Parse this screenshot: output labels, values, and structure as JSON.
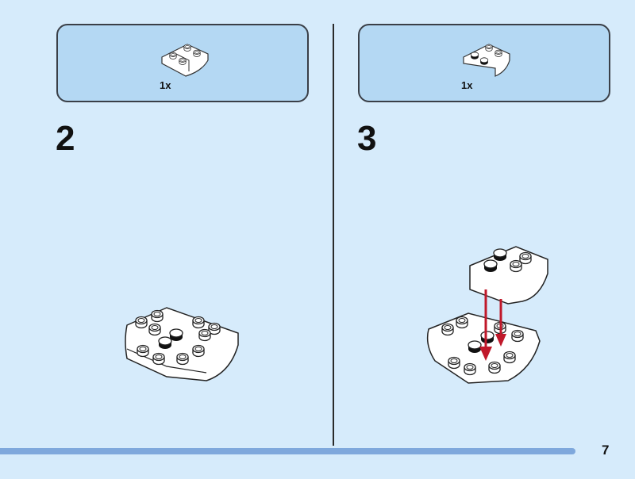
{
  "steps": [
    {
      "number": "2",
      "parts_quantity": "1x",
      "part_icon": "inverted-slope-brick-icon"
    },
    {
      "number": "3",
      "parts_quantity": "1x",
      "part_icon": "inverted-slope-brick-icon"
    }
  ],
  "page_number": "7",
  "colors": {
    "background": "#d6ebfb",
    "callout": "#b4d8f3",
    "progress_bar": "#7fa8dc",
    "arrow": "#c0182a"
  }
}
